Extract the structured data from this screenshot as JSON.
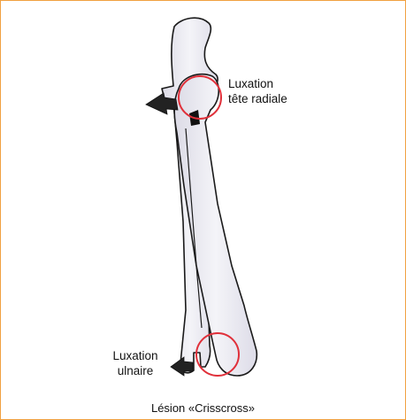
{
  "labels": {
    "radial_line1": "Luxation",
    "radial_line2": "tête radiale",
    "ulnar_line1": "Luxation",
    "ulnar_line2": "ulnaire"
  },
  "caption": "Lésion «Crisscross»",
  "colors": {
    "frame": "#f0a040",
    "bone_fill": "#ecebf3",
    "bone_stroke": "#1a1a1a",
    "gap_fill": "#2e3b22",
    "circle": "#e0303a",
    "arrow": "#222222"
  }
}
